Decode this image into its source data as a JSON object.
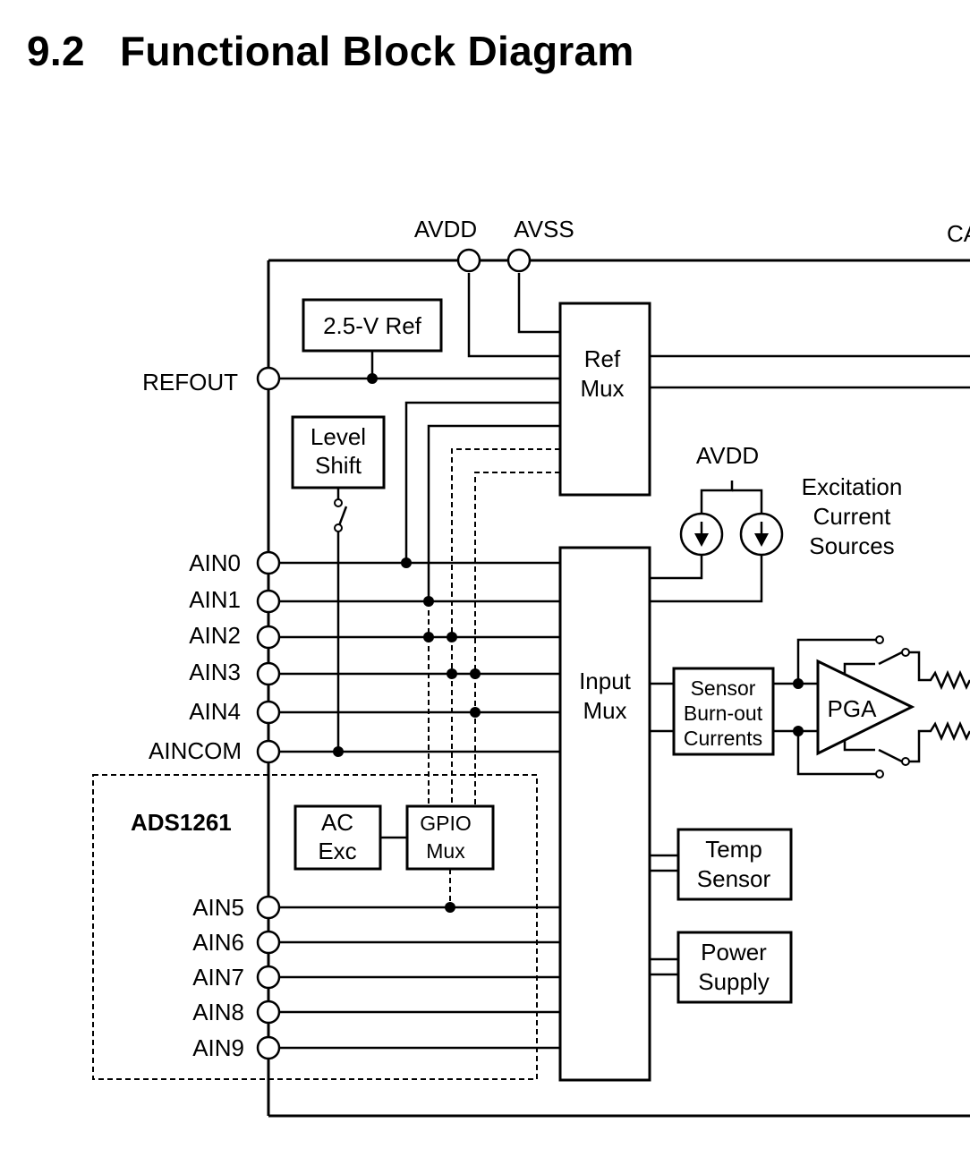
{
  "heading": {
    "number": "9.2",
    "title": "Functional Block Diagram"
  },
  "diagram": {
    "supply_pins": {
      "avdd": "AVDD",
      "avss": "AVSS",
      "cut_off_right": "CA"
    },
    "left_pins": [
      "REFOUT",
      "AIN0",
      "AIN1",
      "AIN2",
      "AIN3",
      "AIN4",
      "AINCOM"
    ],
    "ads1261_pins": [
      "AIN5",
      "AIN6",
      "AIN7",
      "AIN8",
      "AIN9"
    ],
    "ads1261_label": "ADS1261",
    "blocks": {
      "ref_2v5": "2.5-V Ref",
      "ref_mux": [
        "Ref",
        "Mux"
      ],
      "level_shift": [
        "Level",
        "Shift"
      ],
      "input_mux": [
        "Input",
        "Mux"
      ],
      "ac_exc": [
        "AC",
        "Exc"
      ],
      "gpio_mux": [
        "GPIO",
        "Mux"
      ],
      "sensor_burnout": [
        "Sensor",
        "Burn-out",
        "Currents"
      ],
      "pga": "PGA",
      "temp_sensor": [
        "Temp",
        "Sensor"
      ],
      "power_supply": [
        "Power",
        "Supply"
      ]
    },
    "excitation": {
      "supply": "AVDD",
      "label": [
        "Excitation",
        "Current",
        "Sources"
      ]
    }
  }
}
